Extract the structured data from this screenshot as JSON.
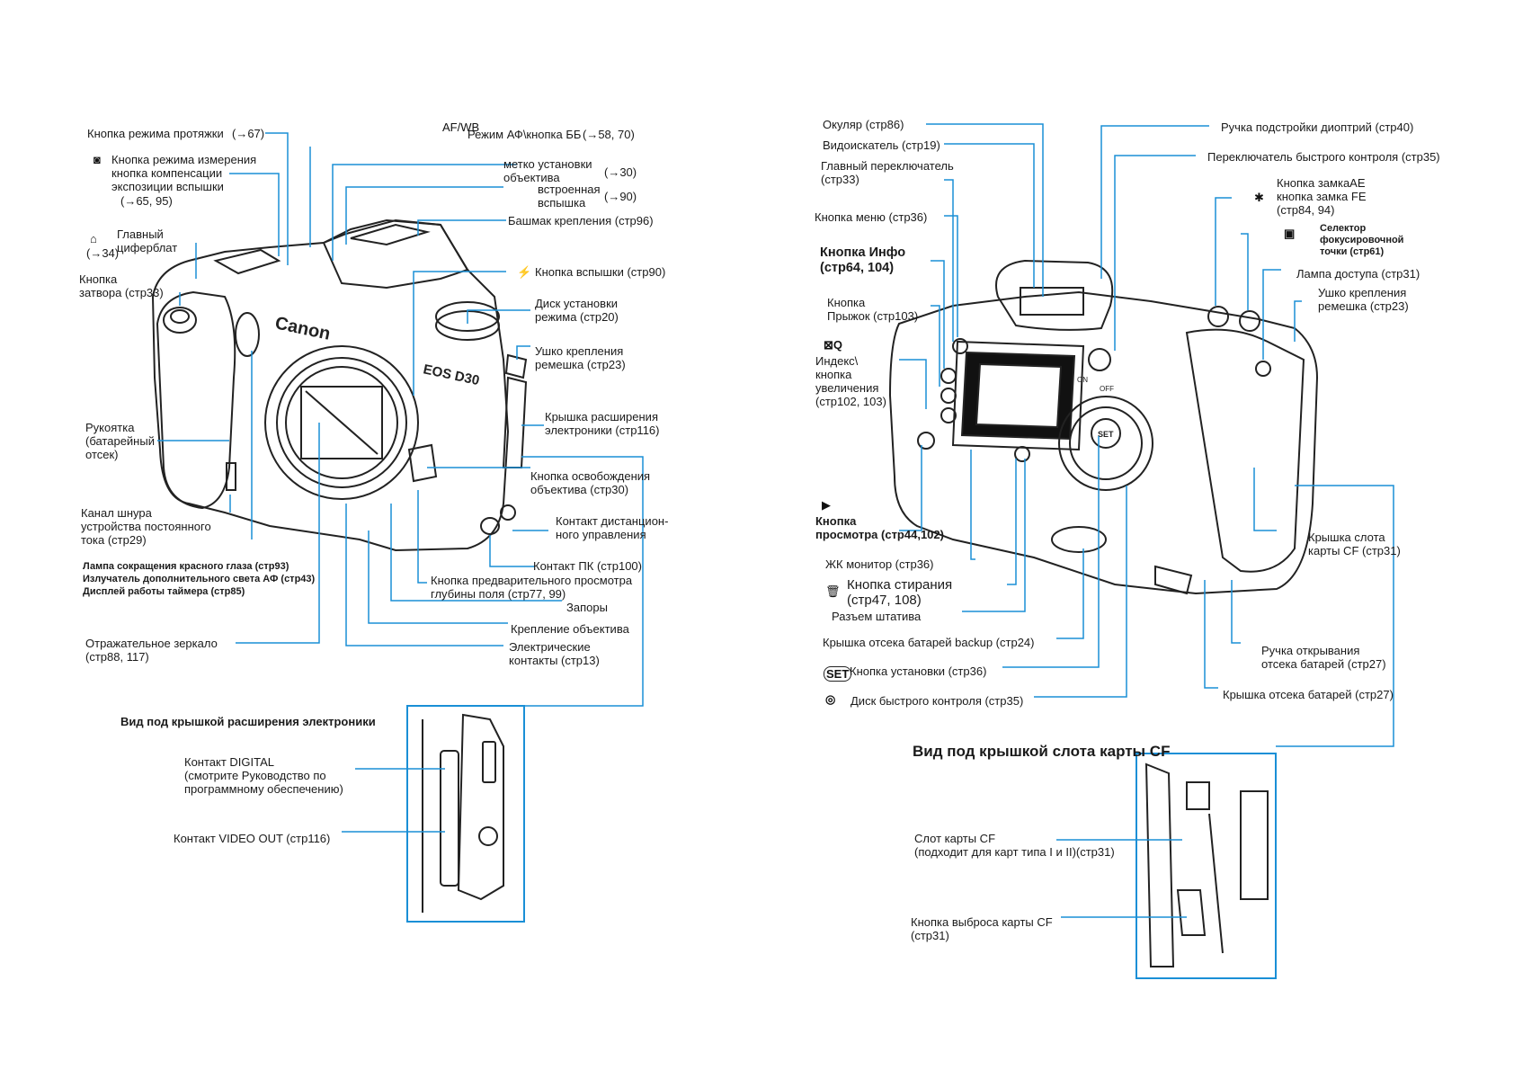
{
  "left_labels": {
    "drive_mode": "Кнопка режима протяжки",
    "drive_ref": "(→67)",
    "af_mode": "Режим АФ\\кнопка ББ",
    "af_ref": "(→58, 70)",
    "metering": "Кнопка режима измерения\nкнопка компенсации\nэкспозиции вспышки",
    "metering_ref": "(→65, 95)",
    "lens_mark": "метко установки\nобъектива",
    "lens_mark_ref": "(→30)",
    "built_flash": "встроенная\nвспышка",
    "built_flash_ref": "(→90)",
    "hot_shoe": "Башмак крепления (стр96)",
    "main_dial": "Главный\nциферблат",
    "main_dial_ref": "(→34)",
    "shutter": "Кнопка\nзатвора (стр33)",
    "flash_btn": "Кнопка вспышки (стр90)",
    "mode_dial": "Диск установки\nрежима (стр20)",
    "strap_left": "Ушко крепления\nремешка (стр23)",
    "grip": "Рукоятка\n(батарейный\nотсек)",
    "ext_cover": "Крышка расширения\nэлектроники (стр116)",
    "lens_release": "Кнопка освобождения\nобъектива (стр30)",
    "dc_cord": "Канал шнура\nустройства постоянного\nтока (стр29)",
    "remote": "Контакт дистанцион-\nного управления",
    "redeye_1": "Лампа сокращения красного глаза (стр93)",
    "redeye_2": "Излучатель дополнительного света АФ (стр43)",
    "redeye_3": "Дисплей работы таймера (стр85)",
    "pc_contact": "Контакт ПК (стр100)",
    "dof": "Кнопка предварительного просмотра\nглубины поля (стр77, 99)",
    "latches": "Запоры",
    "mount": "Крепление объектива",
    "mirror": "Отражательное зеркало\n(стр88, 117)",
    "electric": "Электрические\nконтакты (стр13)",
    "ext_caption": "Вид под крышкой расширения электроники",
    "digital": "Контакт DIGITAL\n(смотрите Руководство по\nпрограммному обеспечению)",
    "video": "Контакт VIDEO OUT (стр116)"
  },
  "right_labels": {
    "eyepiece": "Окуляр (стр86)",
    "viewfinder": "Видоискатель (стр19)",
    "main_switch": "Главный переключатель\n(стр33)",
    "diopter": "Ручка подстройки диоптрий (стр40)",
    "quick_switch": "Переключатель быстрого контроля (стр35)",
    "ae_lock": "Кнопка замкаАЕ\nкнопка замка FE\n(стр84, 94)",
    "menu": "Кнопка меню (стр36)",
    "af_point": "Селектор\nфокусировочной\nточки (стр61)",
    "info": "Кнопка Инфо\n(стр64, 104)",
    "access_lamp": "Лампа доступа (стр31)",
    "jump": "Кнопка\nПрыжок (стр103)",
    "strap_right": "Ушко крепления\nремешка (стр23)",
    "index": "Индекс\\\nкнопка\nувеличения\n(стр102, 103)",
    "playback": "Кнопка\nпросмотра (стр44,102)",
    "cf_cover": "Крышка слота\nкарты CF (стр31)",
    "lcd": "ЖК монитор (стр36)",
    "erase": "Кнопка стирания\n(стр47, 108)",
    "tripod": "Разъем штатива",
    "backup_cover": "Крышка отсека батарей backup (стр24)",
    "batt_handle": "Ручка открывания\nотсека батарей (стр27)",
    "set_btn": "Кнопка установки (стр36)",
    "batt_cover": "Крышка отсека батарей (стр27)",
    "quick_dial": "Диск быстрого контроля (стр35)",
    "cf_caption": "Вид под крышкой слота карты CF",
    "cf_slot": "Слот карты CF\n(подходит для карт типа I и II)(стр31)",
    "cf_eject": "Кнопка выброса карты CF\n(стр31)"
  },
  "icons": {
    "af_icon": "AF/WB",
    "flash_icon": "⚡",
    "ae_icon": "✱",
    "index_icon": "⊠Q",
    "play_icon": "▶",
    "erase_icon": "🗑",
    "set_icon": "SET",
    "quick_icon": "◎",
    "main_dial_icon": "⌂",
    "metering_icon": "◙"
  },
  "camera_marks": {
    "brand": "Canon",
    "model": "EOS D30",
    "set": "SET",
    "on": "ON",
    "off": "OFF"
  },
  "colors": {
    "leader": "#1a8fd6",
    "ink": "#1a1a1a"
  }
}
